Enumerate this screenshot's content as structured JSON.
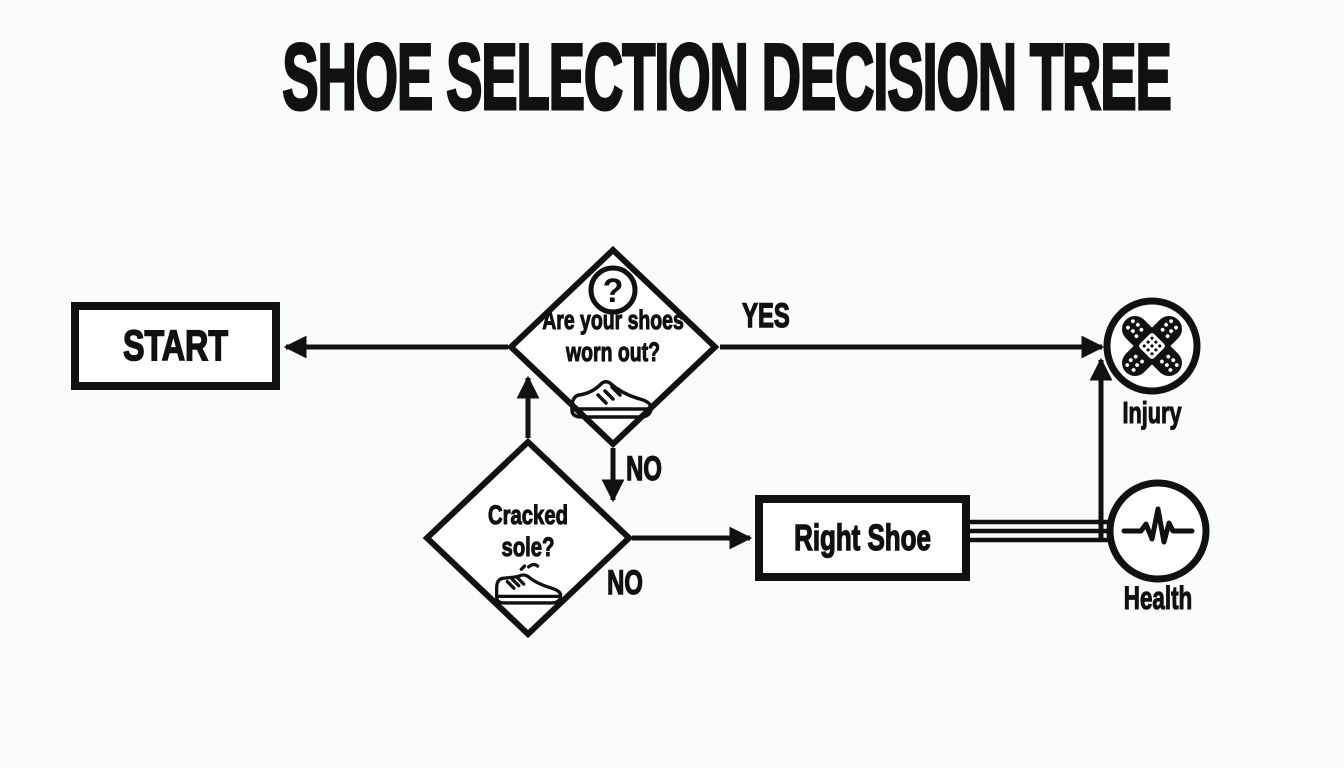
{
  "title": "SHOE SELECTION DECISION TREE",
  "colors": {
    "ink": "#111111",
    "background": "#fafbfb",
    "node_fill": "#ffffff"
  },
  "nodes": {
    "start": {
      "label": "START",
      "type": "terminator"
    },
    "worn_out": {
      "type": "decision",
      "question_line1": "Are your shoes",
      "question_line2": "worn out?",
      "icon_top": "question-mark-icon",
      "icon_bottom": "sneaker-icon"
    },
    "cracked_sole": {
      "type": "decision",
      "question_line1": "Cracked",
      "question_line2": "sole?",
      "icon_bottom": "worn-shoe-icon"
    },
    "right_shoe": {
      "label": "Right Shoe",
      "type": "process"
    },
    "injury": {
      "label": "Injury",
      "type": "outcome",
      "icon": "crossed-bandages-icon"
    },
    "health": {
      "label": "Health",
      "type": "outcome",
      "icon": "heartbeat-icon"
    }
  },
  "edges": {
    "worn_out_to_start": {
      "label": "",
      "style": "arrow-left"
    },
    "worn_out_yes_to_injury": {
      "label": "YES",
      "style": "arrow-right"
    },
    "worn_out_no_to_cracked": {
      "label": "NO",
      "style": "arrow-down"
    },
    "cracked_to_worn_out": {
      "label": "",
      "style": "arrow-up"
    },
    "cracked_no_to_right_shoe": {
      "label": "NO",
      "style": "arrow-right"
    },
    "right_shoe_to_health": {
      "label": "",
      "style": "triple-line"
    },
    "health_to_injury": {
      "label": "",
      "style": "arrow-up"
    }
  },
  "icons": {
    "question_mark_glyph": "?"
  }
}
